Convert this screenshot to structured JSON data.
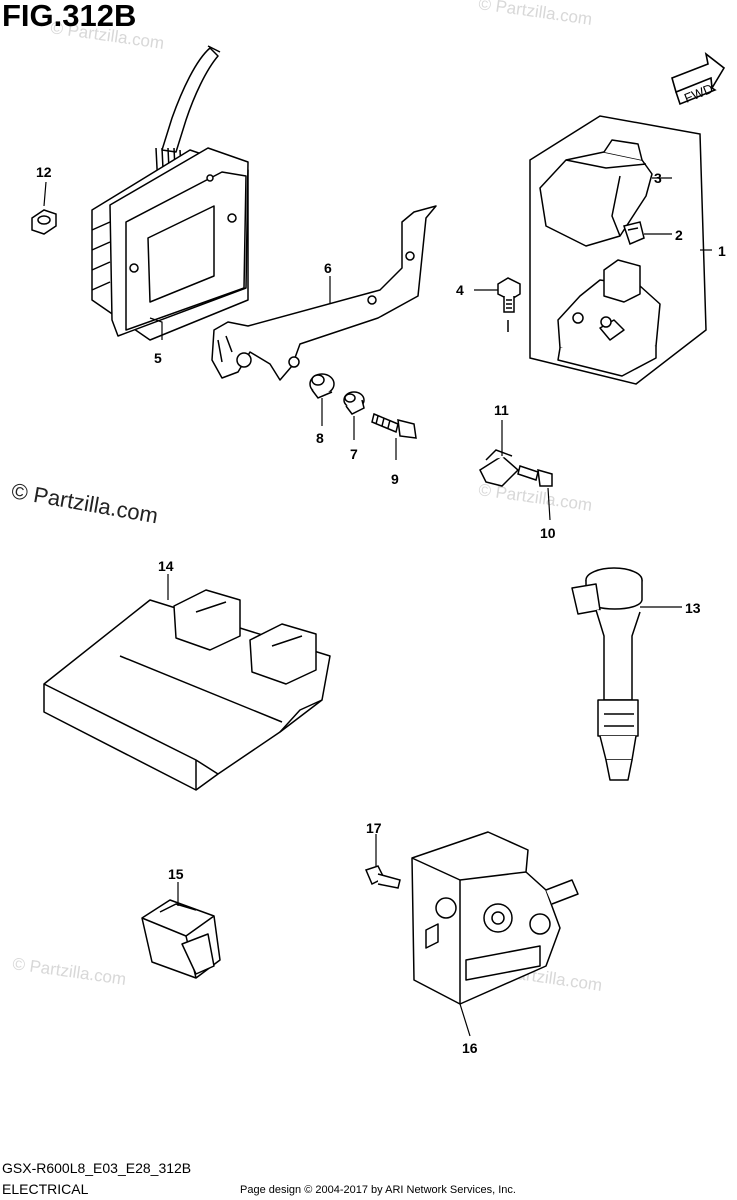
{
  "figure_title": "FIG.312B",
  "fwd_label": "FWD",
  "watermark_text": "© Partzilla.com",
  "watermark_main": "© Partzilla.com",
  "callouts": [
    "1",
    "2",
    "3",
    "4",
    "5",
    "6",
    "7",
    "8",
    "9",
    "10",
    "11",
    "12",
    "13",
    "14",
    "15",
    "16",
    "17"
  ],
  "footer": {
    "model_code": "GSX-R600L8_E03_E28_312B",
    "section": "ELECTRICAL",
    "credit": "Page design © 2004-2017 by ARI Network Services, Inc."
  }
}
